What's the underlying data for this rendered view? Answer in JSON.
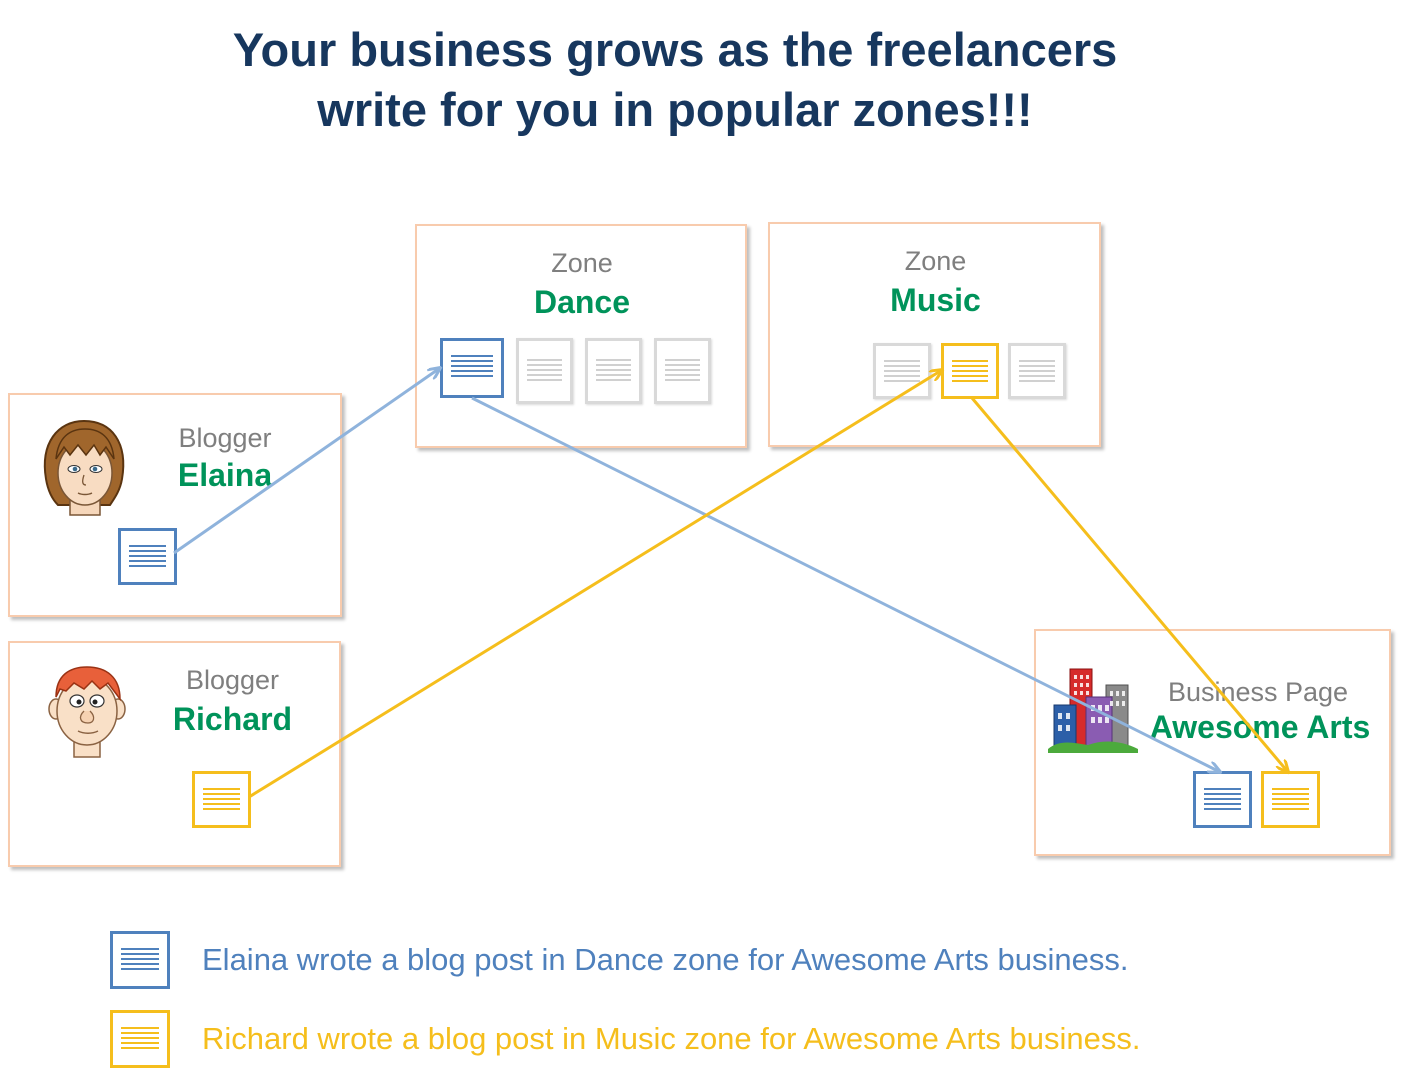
{
  "title": {
    "line1": "Your business grows as the freelancers",
    "line2": "write for you in popular zones!!!"
  },
  "colors": {
    "blue": "#4f81bd",
    "gold": "#f5be1c",
    "green": "#00935a",
    "title": "#17375e"
  },
  "zones": [
    {
      "kind": "Zone",
      "name": "Dance"
    },
    {
      "kind": "Zone",
      "name": "Music"
    }
  ],
  "bloggers": [
    {
      "kind": "Blogger",
      "name": "Elaina",
      "avatar": "female-avatar-icon"
    },
    {
      "kind": "Blogger",
      "name": "Richard",
      "avatar": "male-avatar-icon"
    }
  ],
  "business": {
    "kind": "Business Page",
    "name": "Awesome Arts",
    "icon": "city-buildings-icon"
  },
  "legend": [
    {
      "text": "Elaina wrote a blog post in Dance zone for Awesome Arts business.",
      "color": "#4f81bd"
    },
    {
      "text": "Richard wrote a blog post in Music zone for Awesome Arts business.",
      "color": "#f5be1c"
    }
  ]
}
